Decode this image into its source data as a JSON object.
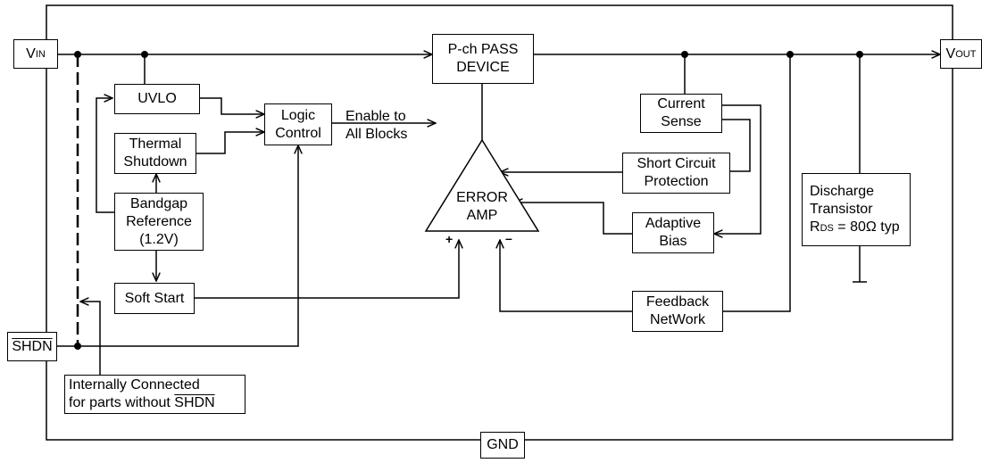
{
  "pins": {
    "vin": {
      "main": "V",
      "sub": "IN"
    },
    "vout": {
      "main": "V",
      "sub": "OUT"
    },
    "shdn": "SHDN",
    "gnd": "GND"
  },
  "blocks": {
    "pass_device": "P-ch PASS\nDEVICE",
    "uvlo": "UVLO",
    "logic_control": "Logic\nControl",
    "thermal_shutdown": "Thermal\nShutdown",
    "bandgap_reference": "Bandgap\nReference\n(1.2V)",
    "soft_start": "Soft Start",
    "current_sense": "Current\nSense",
    "short_circuit_protection": "Short Circuit\nProtection",
    "adaptive_bias": "Adaptive\nBias",
    "feedback_network": "Feedback\nNetWork",
    "error_amp": "ERROR\nAMP",
    "discharge": {
      "line1": "Discharge",
      "line2": "Transistor",
      "r_main": "R",
      "r_sub": "DS",
      "r_value": " = 80Ω typ"
    }
  },
  "labels": {
    "enable": "Enable to\nAll Blocks",
    "amp_plus": "+",
    "amp_minus": "–",
    "note_line1": "Internally Connected",
    "note_line2_prefix": "for parts without ",
    "note_line2_shdn": "SHDN"
  }
}
